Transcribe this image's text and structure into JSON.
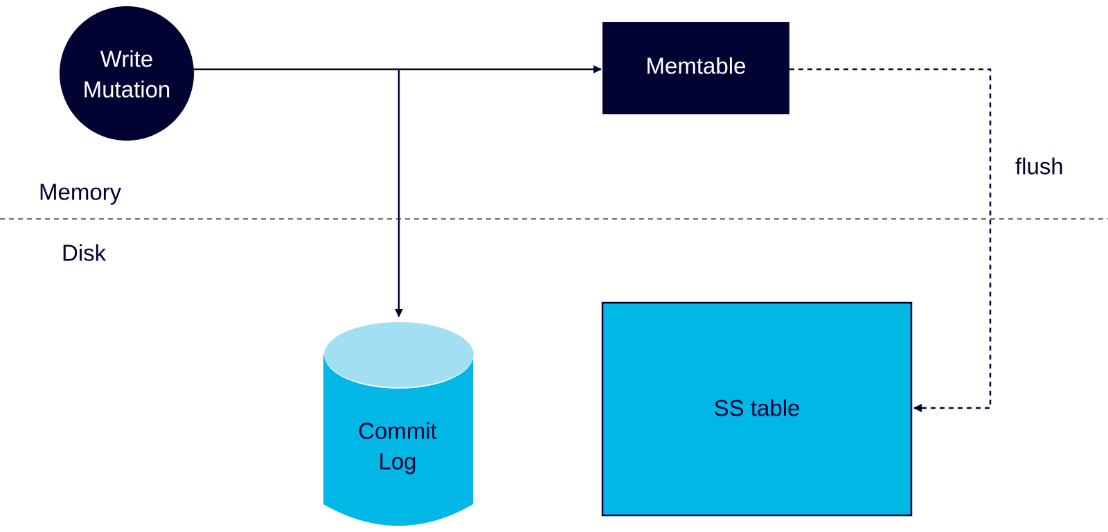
{
  "colors": {
    "navy": "#020233",
    "cyan": "#00b7e6",
    "light_cyan": "#a3dff3",
    "line": "#020233",
    "divider": "#6b6b6b",
    "white": "#ffffff"
  },
  "nodes": {
    "write_mutation": {
      "line1": "Write",
      "line2": "Mutation"
    },
    "memtable": {
      "label": "Memtable"
    },
    "commit_log": {
      "line1": "Commit",
      "line2": "Log"
    },
    "ss_table": {
      "label": "SS table"
    }
  },
  "labels": {
    "memory": "Memory",
    "disk": "Disk",
    "flush": "flush"
  }
}
